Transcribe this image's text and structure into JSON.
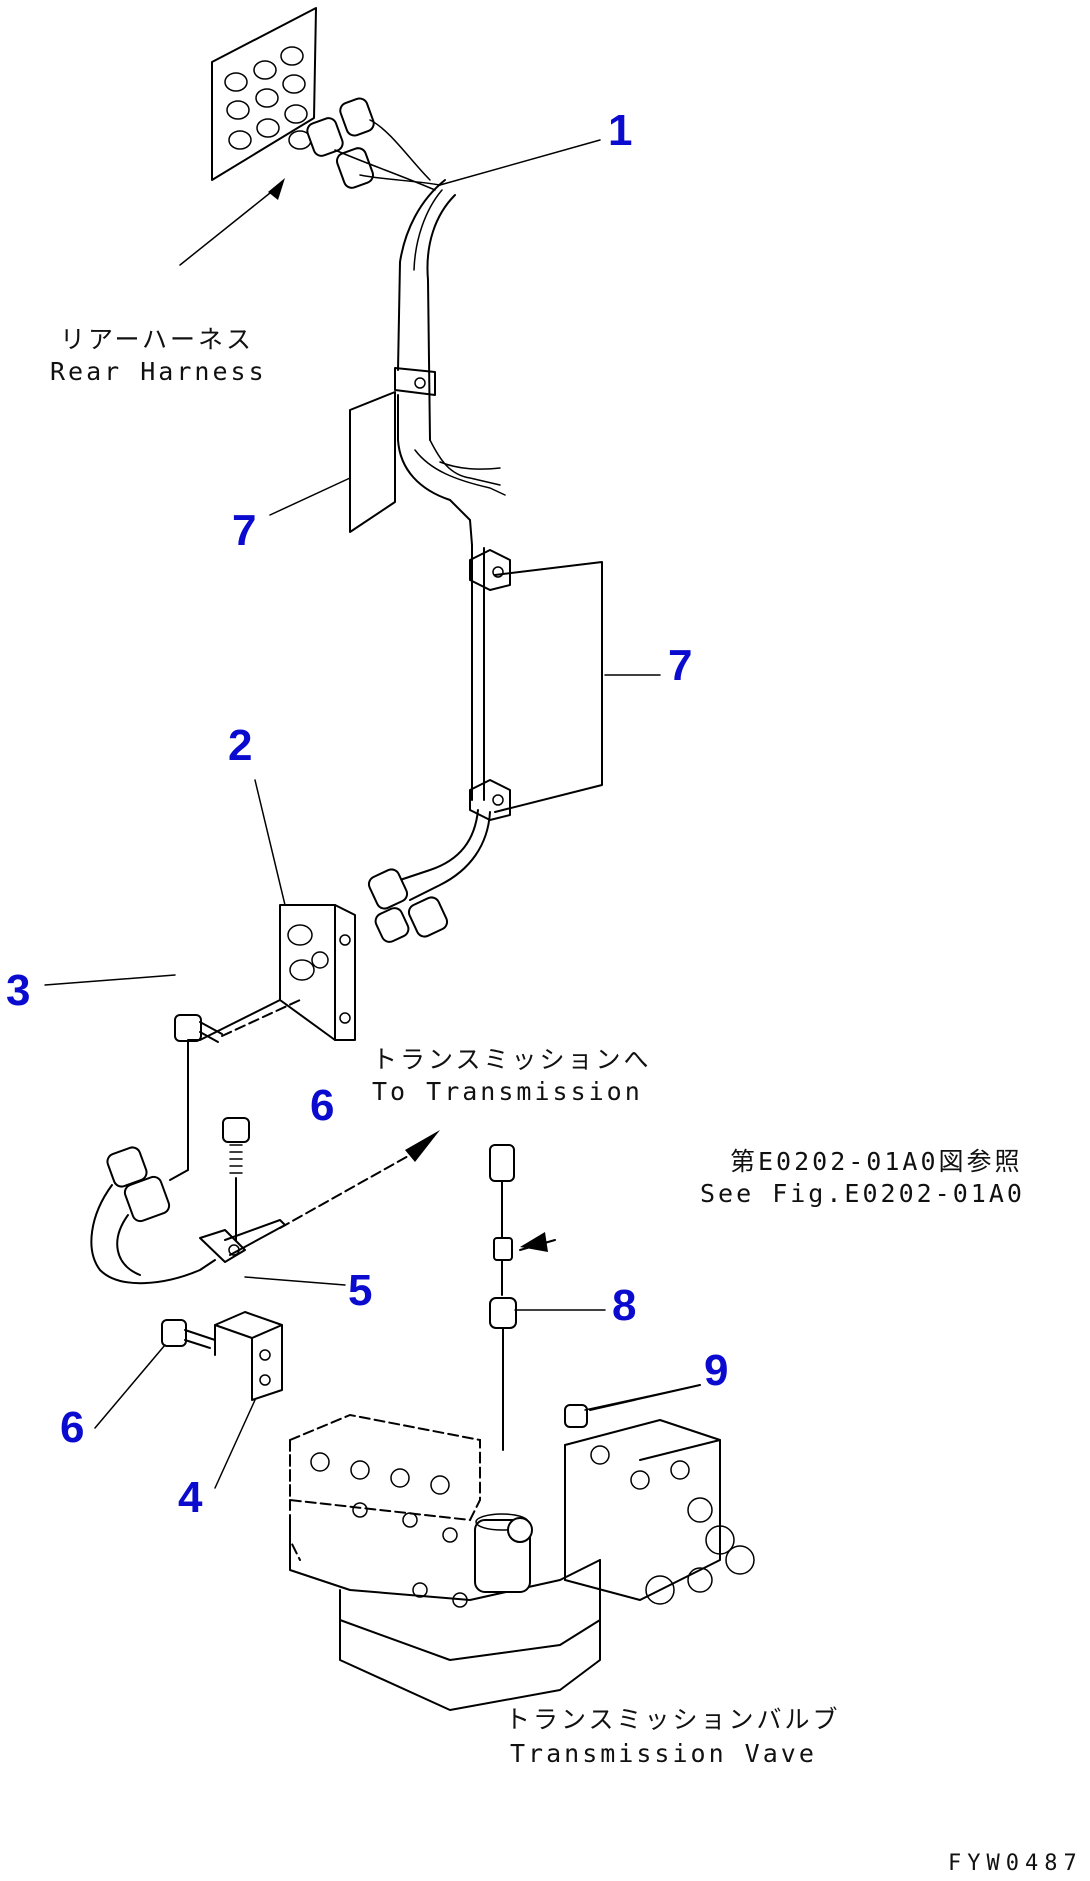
{
  "callouts": [
    {
      "id": "1",
      "text": "1"
    },
    {
      "id": "2",
      "text": "2"
    },
    {
      "id": "3",
      "text": "3"
    },
    {
      "id": "4",
      "text": "4"
    },
    {
      "id": "5",
      "text": "5"
    },
    {
      "id": "6a",
      "text": "6"
    },
    {
      "id": "6b",
      "text": "6"
    },
    {
      "id": "7a",
      "text": "7"
    },
    {
      "id": "7b",
      "text": "7"
    },
    {
      "id": "8",
      "text": "8"
    },
    {
      "id": "9",
      "text": "9"
    }
  ],
  "labels": {
    "rear_harness_jp": "リアーハーネス",
    "rear_harness_en": "Rear Harness",
    "to_transmission_jp": "トランスミッションへ",
    "to_transmission_en": "To Transmission",
    "see_fig_jp": "第E0202-01A0図参照",
    "see_fig_en": "See Fig.E0202-01A0",
    "trans_valve_jp": "トランスミッションバルブ",
    "trans_valve_en": "Transmission Vave"
  },
  "drawing_code": "FYW0487",
  "colors": {
    "callout": "#0b0bd0",
    "line": "#000000",
    "background": "#ffffff"
  }
}
